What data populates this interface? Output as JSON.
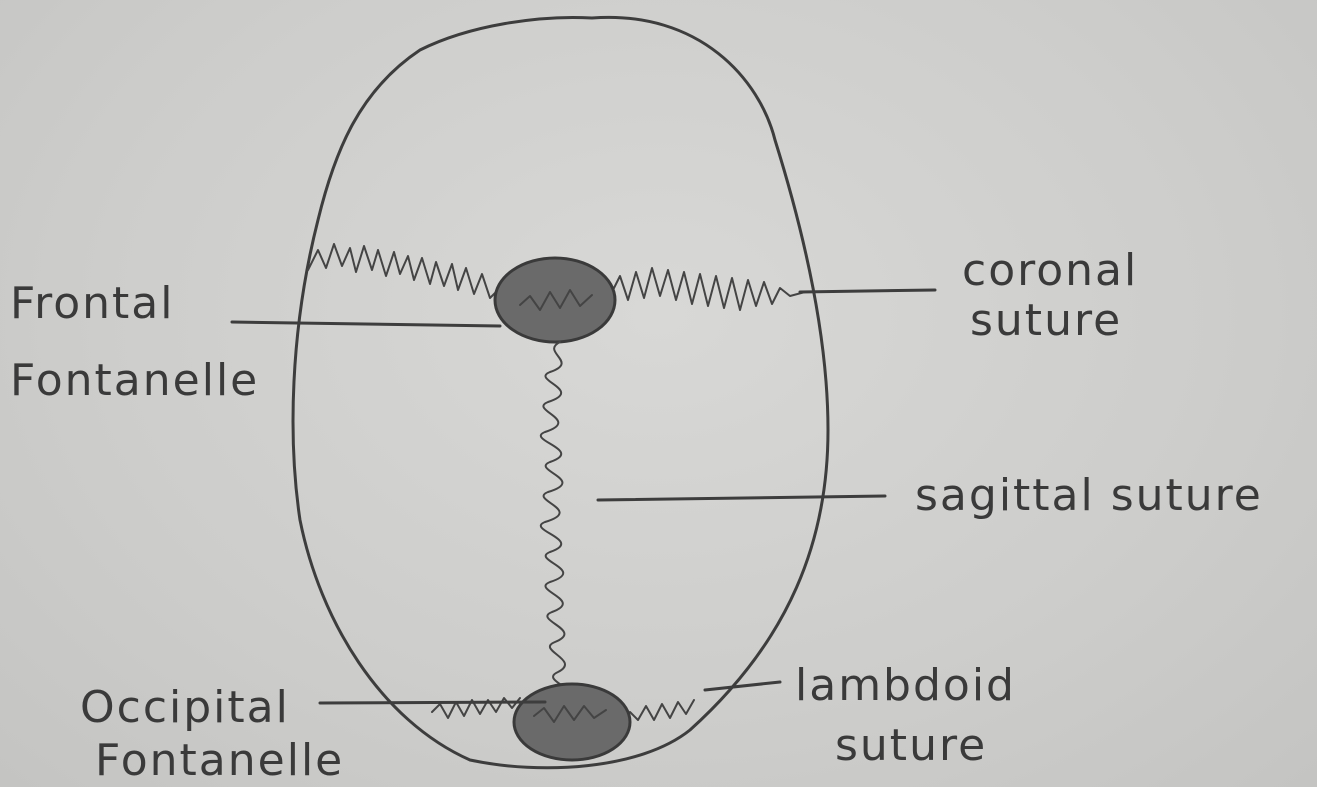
{
  "labels": {
    "frontal_line1": "Frontal",
    "frontal_line2": "Fontanelle",
    "coronal_line1": "coronal",
    "coronal_line2": "suture",
    "sagittal": "sagittal suture",
    "occipital_line1": "Occipital",
    "occipital_line2": "Fontanelle",
    "lambdoid_line1": "lambdoid",
    "lambdoid_line2": "suture"
  },
  "colors": {
    "paper": "#d2d2d0",
    "pencil": "#3d3d3d",
    "fontanelle_fill": "#6a6a6a"
  }
}
